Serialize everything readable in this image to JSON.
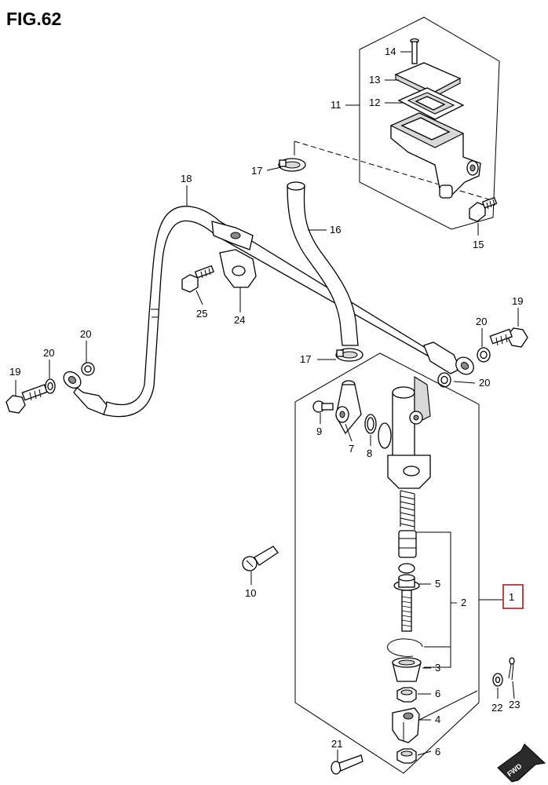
{
  "figure": {
    "title": "FIG.62",
    "fwd_label": "FWD"
  },
  "callouts": [
    {
      "id": "14",
      "label": "14"
    },
    {
      "id": "13",
      "label": "13"
    },
    {
      "id": "12",
      "label": "12"
    },
    {
      "id": "11",
      "label": "11"
    },
    {
      "id": "15",
      "label": "15"
    },
    {
      "id": "17a",
      "label": "17"
    },
    {
      "id": "18",
      "label": "18"
    },
    {
      "id": "16",
      "label": "16"
    },
    {
      "id": "25",
      "label": "25"
    },
    {
      "id": "24",
      "label": "24"
    },
    {
      "id": "19a",
      "label": "19"
    },
    {
      "id": "20a",
      "label": "20"
    },
    {
      "id": "20b",
      "label": "20"
    },
    {
      "id": "20c",
      "label": "20"
    },
    {
      "id": "19b",
      "label": "19"
    },
    {
      "id": "20d",
      "label": "20"
    },
    {
      "id": "17b",
      "label": "17"
    },
    {
      "id": "9",
      "label": "9"
    },
    {
      "id": "7",
      "label": "7"
    },
    {
      "id": "8",
      "label": "8"
    },
    {
      "id": "10",
      "label": "10"
    },
    {
      "id": "5",
      "label": "5"
    },
    {
      "id": "2",
      "label": "2"
    },
    {
      "id": "1",
      "label": "1",
      "highlighted": true
    },
    {
      "id": "3",
      "label": "3"
    },
    {
      "id": "6a",
      "label": "6"
    },
    {
      "id": "4",
      "label": "4"
    },
    {
      "id": "6b",
      "label": "6"
    },
    {
      "id": "21",
      "label": "21"
    },
    {
      "id": "22",
      "label": "22"
    },
    {
      "id": "23",
      "label": "23"
    }
  ],
  "colors": {
    "highlight": "#b01818",
    "ink": "#000000",
    "shade": "#d8d8d8"
  }
}
